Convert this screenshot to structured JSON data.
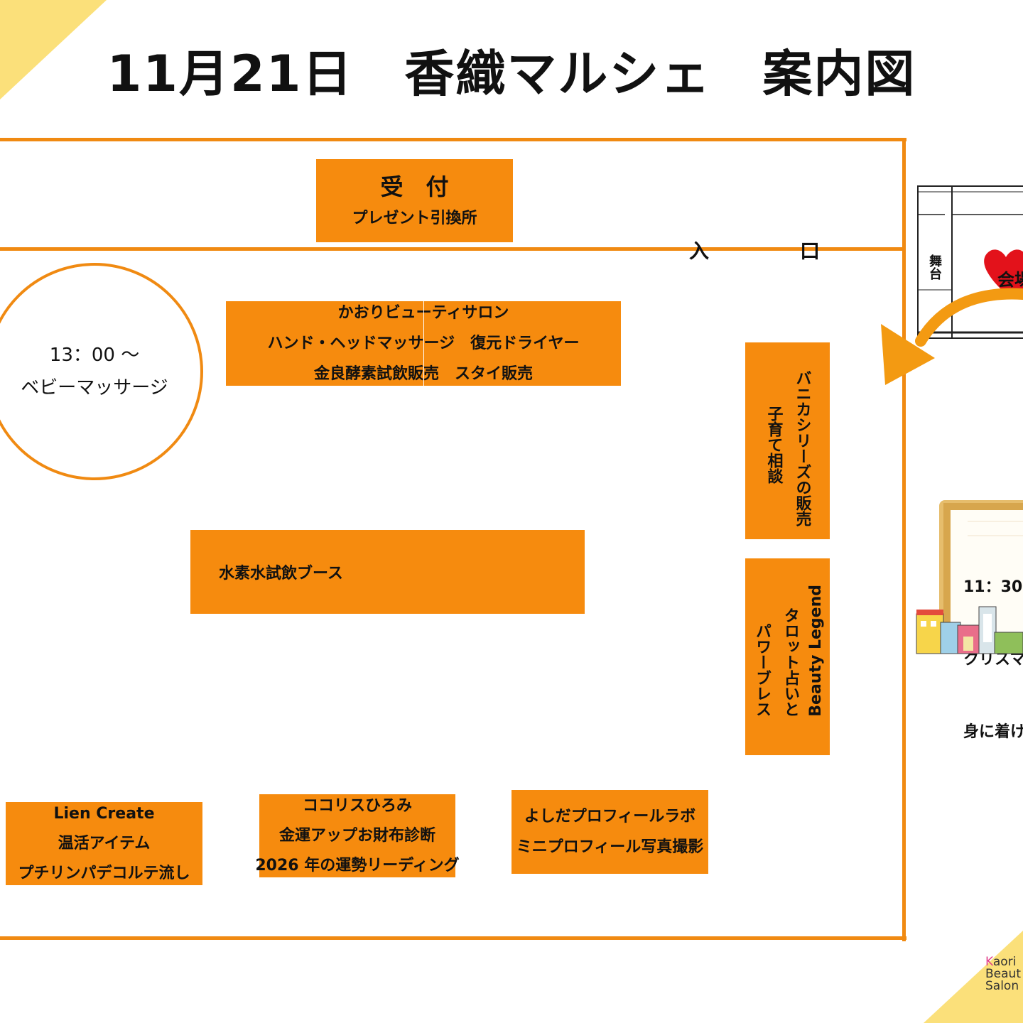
{
  "title": "11月21日　香織マルシェ　案内図",
  "colors": {
    "orange": "#f68b0e",
    "line": "#f08a12",
    "accent_yellow": "#fbe07a",
    "heart": "#e3121b"
  },
  "reception": {
    "title": "受　付",
    "subtitle": "プレゼント引換所"
  },
  "entrance": {
    "left": "入",
    "right": "口"
  },
  "baby_massage": {
    "time": "13：00 ～",
    "label": "ベビーマッサージ"
  },
  "booths": {
    "kaori": [
      "かおりビューティサロン",
      "ハンド・ヘッドマッサージ　復元ドライヤー",
      "金良酵素試飲販売　スタイ販売"
    ],
    "hydrogen": "水素水試飲ブース",
    "lien": [
      "Lien Create",
      "温活アイテム",
      "プチリンパデコルテ流し"
    ],
    "cocoris": [
      "ココリスひろみ",
      "金運アップお財布診断",
      "2026 年の運勢リーディング"
    ],
    "yoshida": [
      "よしだプロフィールラボ",
      "ミニプロフィール写真撮影"
    ],
    "vanika": [
      "バニカシリーズの販売",
      "子育て相談"
    ],
    "beauty_legend": [
      "Beauty Legend",
      "タロット占いと",
      "パワーブレス"
    ]
  },
  "mini_map": {
    "stage": "舞台",
    "venue": "会場"
  },
  "board": {
    "lines": [
      "11：30",
      "クリスマ",
      "身に着け"
    ]
  },
  "logo": {
    "line1_k": "K",
    "line1_rest": "aori",
    "line2": "Beaut",
    "line3": "Salon"
  }
}
